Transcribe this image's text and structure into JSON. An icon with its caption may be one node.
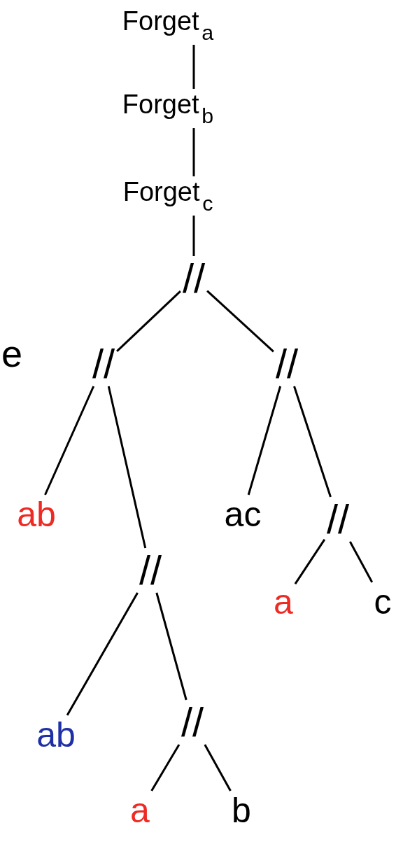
{
  "diagram": {
    "nodes": [
      {
        "text": [
          "Forget$_{a}$"
        ]
      },
      {
        "text": [
          "Forget$_{b}$"
        ]
      },
      {
        "text": [
          "Forget$_{c}$"
        ]
      },
      {
        "text": [
          "//"
        ]
      },
      {
        "text": [
          "//"
        ]
      },
      {
        "text": [
          "//"
        ]
      },
      {
        "text": [
          "ab"
        ]
      },
      {
        "text": [
          "//"
        ]
      },
      {
        "text": [
          "ac"
        ]
      },
      {
        "text": [
          "//"
        ]
      },
      {
        "text": [
          "ab"
        ]
      },
      {
        "text": [
          "//"
        ]
      },
      {
        "text": [
          "a"
        ]
      },
      {
        "text": [
          "c"
        ]
      },
      {
        "text": [
          "a"
        ]
      },
      {
        "text": [
          "b"
        ]
      }
    ],
    "edges": [
      {
        "from": 0,
        "to": 1,
        "arrow": "none"
      },
      {
        "from": 1,
        "to": 2,
        "arrow": "none"
      },
      {
        "from": 2,
        "to": 3,
        "arrow": "none"
      },
      {
        "from": 3,
        "to": 4,
        "arrow": "none"
      },
      {
        "from": 3,
        "to": 5,
        "arrow": "none"
      },
      {
        "from": 4,
        "to": 6,
        "arrow": "none"
      },
      {
        "from": 4,
        "to": 7,
        "arrow": "none"
      },
      {
        "from": 5,
        "to": 8,
        "arrow": "none"
      },
      {
        "from": 5,
        "to": 9,
        "arrow": "none"
      },
      {
        "from": 7,
        "to": 10,
        "arrow": "none"
      },
      {
        "from": 7,
        "to": 11,
        "arrow": "none"
      },
      {
        "from": 9,
        "to": 12,
        "arrow": "none"
      },
      {
        "from": 9,
        "to": 13,
        "arrow": "none"
      },
      {
        "from": 11,
        "to": 14,
        "arrow": "none"
      },
      {
        "from": 11,
        "to": 15,
        "arrow": "none"
      }
    ],
    "labels": [
      "e"
    ]
  }
}
